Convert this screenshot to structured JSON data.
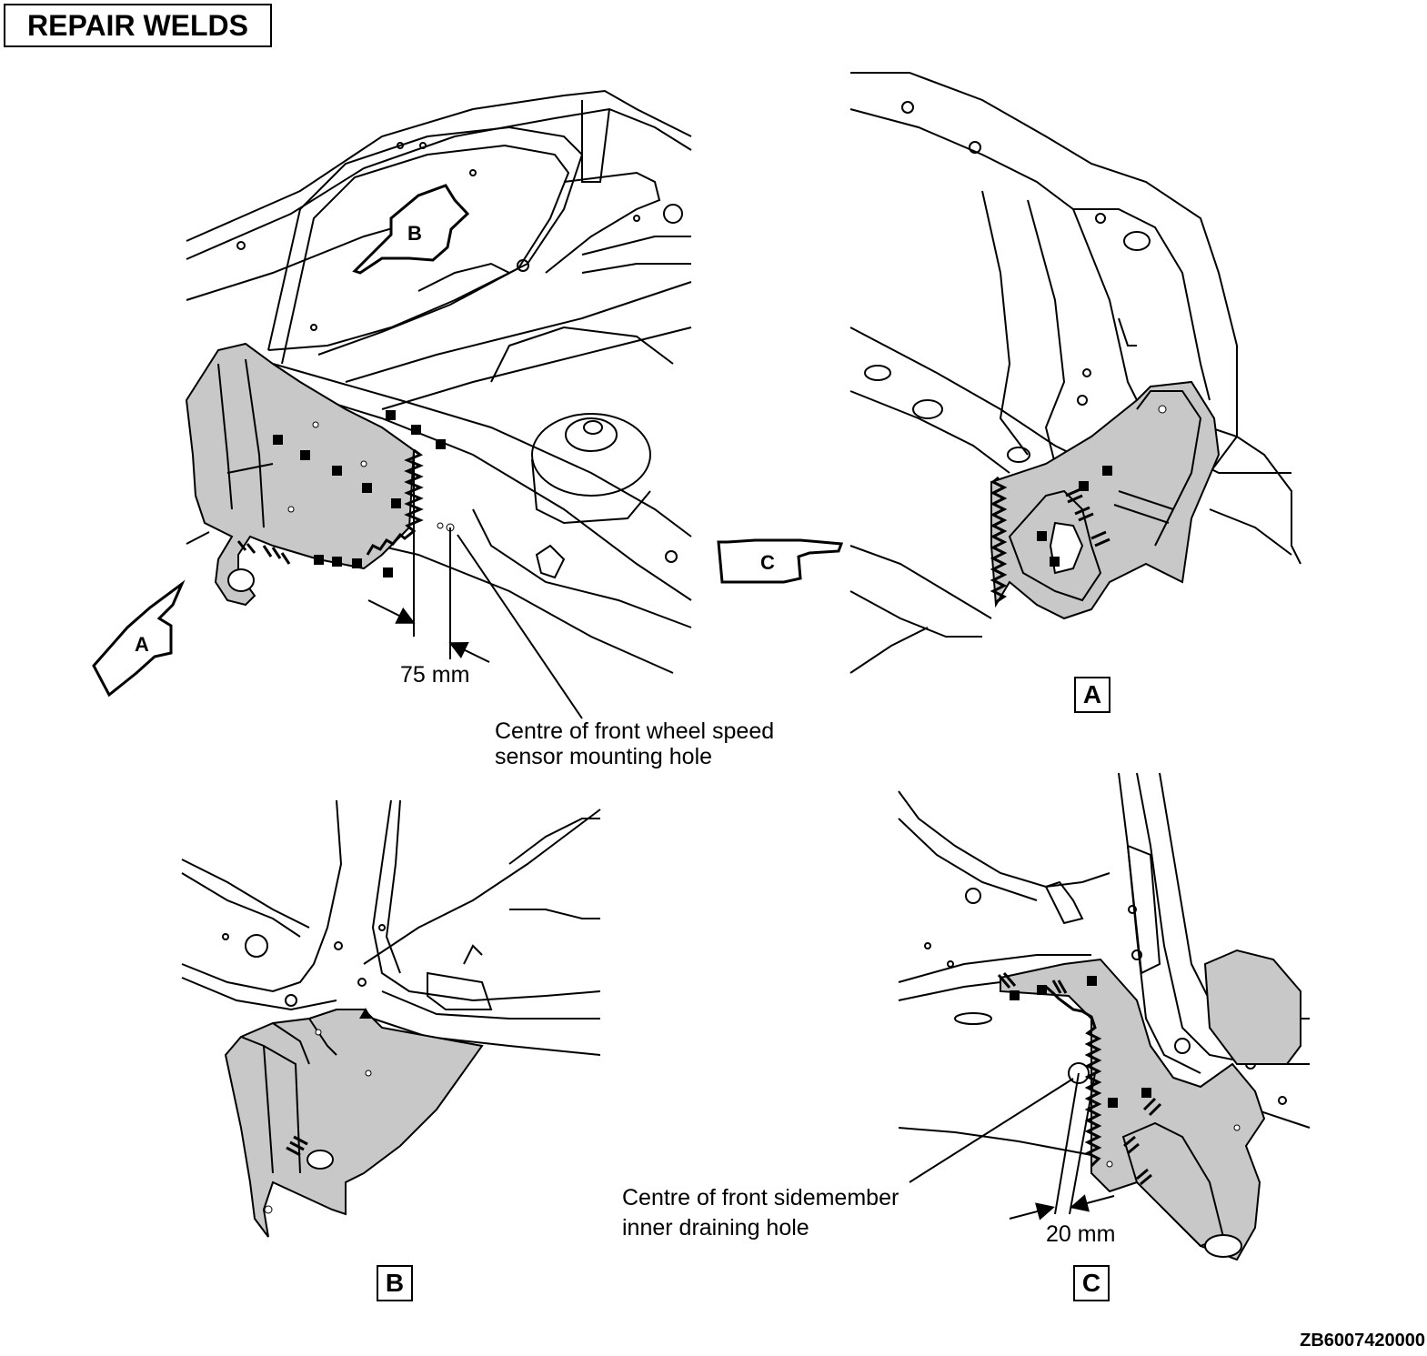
{
  "title": "REPAIR WELDS",
  "views": {
    "a_label": "A",
    "b_label": "B",
    "c_label": "C"
  },
  "pointers": {
    "a": "A",
    "b": "B",
    "c": "C"
  },
  "dimensions": {
    "top": "75 mm",
    "bottom": "20 mm"
  },
  "callouts": {
    "speed_sensor_line1": "Centre of front wheel speed",
    "speed_sensor_line2": "sensor mounting hole",
    "drain_line1": "Centre of front sidemember",
    "drain_line2": "inner draining hole"
  },
  "reference_code": "ZB6007420000",
  "colors": {
    "repair_area": "#c8c8c8",
    "line": "#000000",
    "background": "#ffffff"
  }
}
